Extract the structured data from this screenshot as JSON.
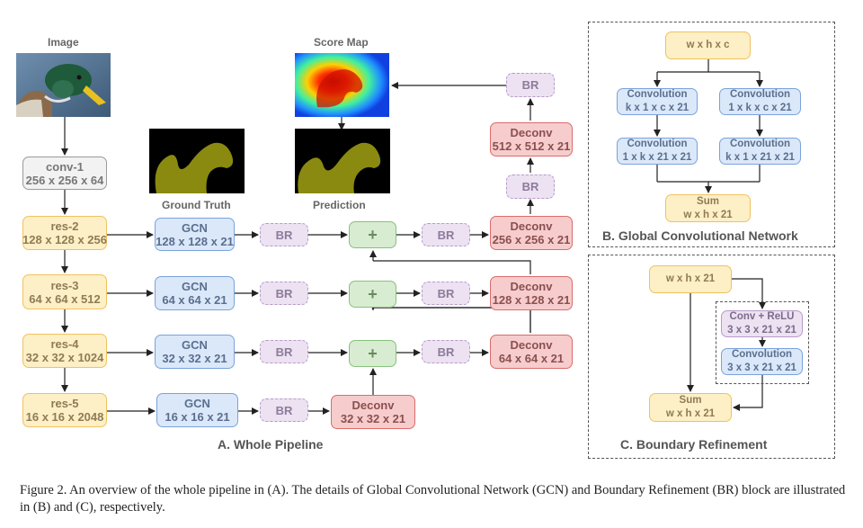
{
  "labels": {
    "image": "Image",
    "score_map": "Score Map",
    "ground_truth": "Ground Truth",
    "prediction": "Prediction"
  },
  "pipeline": {
    "conv1": [
      "conv-1",
      "256 x 256 x 64"
    ],
    "res2": [
      "res-2",
      "128 x 128 x 256"
    ],
    "res3": [
      "res-3",
      "64 x 64 x 512"
    ],
    "res4": [
      "res-4",
      "32 x 32 x 1024"
    ],
    "res5": [
      "res-5",
      "16 x 16 x 2048"
    ],
    "gcn2": [
      "GCN",
      "128 x 128 x 21"
    ],
    "gcn3": [
      "GCN",
      "64 x 64 x 21"
    ],
    "gcn4": [
      "GCN",
      "32 x 32 x 21"
    ],
    "gcn5": [
      "GCN",
      "16 x 16 x 21"
    ],
    "br": "BR",
    "plus": "+",
    "deconv5": [
      "Deconv",
      "32 x 32 x 21"
    ],
    "deconv4": [
      "Deconv",
      "64 x 64 x 21"
    ],
    "deconv3": [
      "Deconv",
      "128 x 128 x 21"
    ],
    "deconv2": [
      "Deconv",
      "256 x 256 x 21"
    ],
    "deconv1": [
      "Deconv",
      "512 x 512 x 21"
    ]
  },
  "gcn_block": {
    "input": "w x h x c",
    "left1": [
      "Convolution",
      "k x 1 x c x 21"
    ],
    "left2": [
      "Convolution",
      "1 x k x 21 x 21"
    ],
    "right1": [
      "Convolution",
      "1 x k x c x 21"
    ],
    "right2": [
      "Convolution",
      "k x 1 x 21 x 21"
    ],
    "sum": [
      "Sum",
      "w x h x 21"
    ]
  },
  "br_block": {
    "input": "w x h x 21",
    "conv_relu": [
      "Conv + ReLU",
      "3 x 3 x 21 x 21"
    ],
    "conv": [
      "Convolution",
      "3 x 3 x 21 x 21"
    ],
    "sum": [
      "Sum",
      "w x h x 21"
    ]
  },
  "sections": {
    "a": "A. Whole Pipeline",
    "b": "B. Global Convolutional Network",
    "c": "C. Boundary Refinement"
  },
  "caption": "Figure 2.   An overview of the whole pipeline in (A). The details of Global Convolutional Network (GCN) and Boundary Refinement (BR) block are illustrated in (B) and (C), respectively.",
  "colors": {
    "encoder": "#fdefc6",
    "gcn": "#dbe8f9",
    "deconv": "#f7cccc",
    "br": "#ece2f2",
    "sum": "#d8ecd2",
    "conv1": "#f2f2f2"
  }
}
